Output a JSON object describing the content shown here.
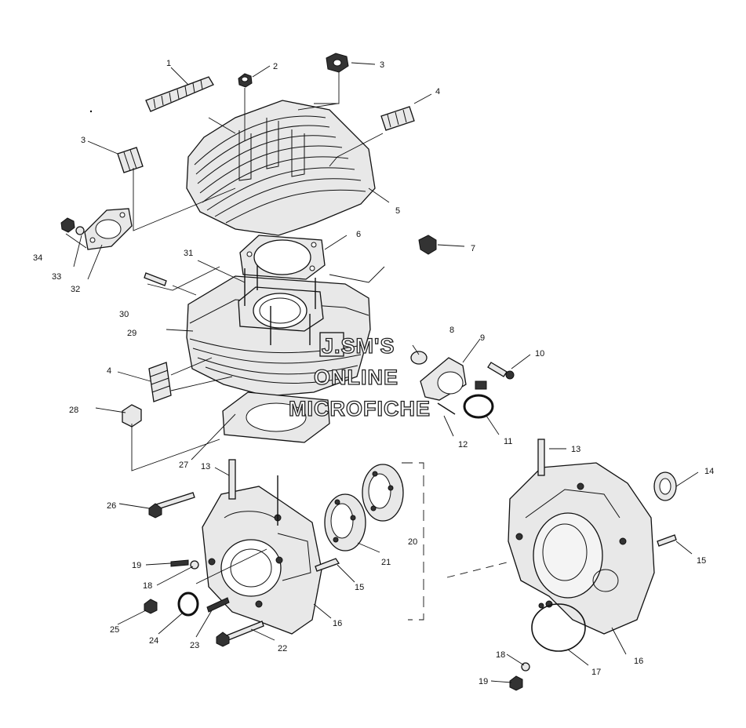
{
  "watermark": {
    "line1": "J.SM'S",
    "line2": "ONLINE",
    "line3": "MICROFICHE"
  },
  "callouts": [
    {
      "id": "c1",
      "label": "1"
    },
    {
      "id": "c2",
      "label": "2"
    },
    {
      "id": "c3a",
      "label": "3"
    },
    {
      "id": "c3b",
      "label": "3"
    },
    {
      "id": "c4a",
      "label": "4"
    },
    {
      "id": "c4b",
      "label": "4"
    },
    {
      "id": "c5",
      "label": "5"
    },
    {
      "id": "c6",
      "label": "6"
    },
    {
      "id": "c7",
      "label": "7"
    },
    {
      "id": "c8",
      "label": "8"
    },
    {
      "id": "c9",
      "label": "9"
    },
    {
      "id": "c10",
      "label": "10"
    },
    {
      "id": "c11",
      "label": "11"
    },
    {
      "id": "c12",
      "label": "12"
    },
    {
      "id": "c13a",
      "label": "13"
    },
    {
      "id": "c13b",
      "label": "13"
    },
    {
      "id": "c14",
      "label": "14"
    },
    {
      "id": "c15a",
      "label": "15"
    },
    {
      "id": "c15b",
      "label": "15"
    },
    {
      "id": "c16a",
      "label": "16"
    },
    {
      "id": "c16b",
      "label": "16"
    },
    {
      "id": "c17",
      "label": "17"
    },
    {
      "id": "c18a",
      "label": "18"
    },
    {
      "id": "c18b",
      "label": "18"
    },
    {
      "id": "c19a",
      "label": "19"
    },
    {
      "id": "c19b",
      "label": "19"
    },
    {
      "id": "c20",
      "label": "20"
    },
    {
      "id": "c21",
      "label": "21"
    },
    {
      "id": "c22",
      "label": "22"
    },
    {
      "id": "c23",
      "label": "23"
    },
    {
      "id": "c24",
      "label": "24"
    },
    {
      "id": "c25",
      "label": "25"
    },
    {
      "id": "c26",
      "label": "26"
    },
    {
      "id": "c27",
      "label": "27"
    },
    {
      "id": "c28",
      "label": "28"
    },
    {
      "id": "c29",
      "label": "29"
    },
    {
      "id": "c30",
      "label": "30"
    },
    {
      "id": "c31",
      "label": "31"
    },
    {
      "id": "c32",
      "label": "32"
    },
    {
      "id": "c33",
      "label": "33"
    },
    {
      "id": "c34",
      "label": "34"
    }
  ]
}
